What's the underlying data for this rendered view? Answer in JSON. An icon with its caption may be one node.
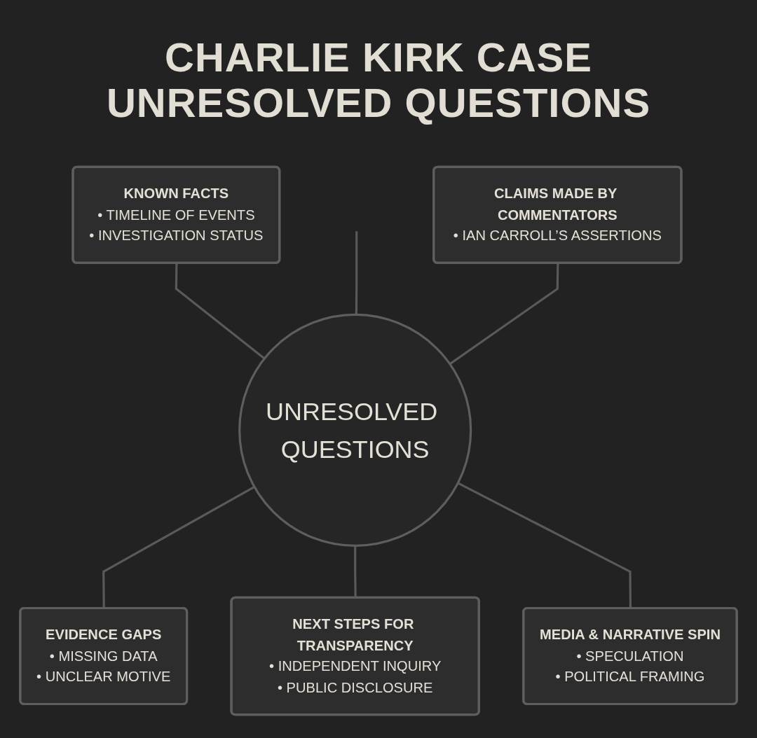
{
  "diagram": {
    "title": "CHARLIE KIRK CASE UNRESOLVED QUESTIONS",
    "nodes": [
      {
        "text": [
          "KNOWN FACTS",
          "• TIMELINE OF EVENTS",
          "• INVESTIGATION STATUS"
        ]
      },
      {
        "text": [
          "CLAIMS MADE BY COMMENTATORS",
          "• IAN CARROLL’S ASSERTIONS"
        ]
      },
      {
        "text": [
          "UNRESOLVED QUESTIONS"
        ]
      },
      {
        "text": [
          "EVIDENCE GAPS",
          "• MISSING DATA",
          "• UNCLEAR MOTIVE"
        ]
      },
      {
        "text": [
          "MEDIA & NARRATIVE SPIN",
          "• SPECULATION",
          "• POLITICAL FRAMING"
        ]
      },
      {
        "text": [
          "NEXT STEPS FOR TRANSPARENCY",
          "• INDEPENDENT INQUIRY",
          "• PUBLIC DISCLOSURE"
        ]
      }
    ],
    "edges": [
      {
        "from": 0,
        "to": 2,
        "arrow": "none"
      },
      {
        "from": null,
        "to": 2,
        "arrow": "none"
      },
      {
        "from": 1,
        "to": 2,
        "arrow": "none"
      },
      {
        "from": 2,
        "to": 3,
        "arrow": "none"
      },
      {
        "from": 2,
        "to": 5,
        "arrow": "none"
      },
      {
        "from": 2,
        "to": 4,
        "arrow": "none"
      }
    ]
  }
}
